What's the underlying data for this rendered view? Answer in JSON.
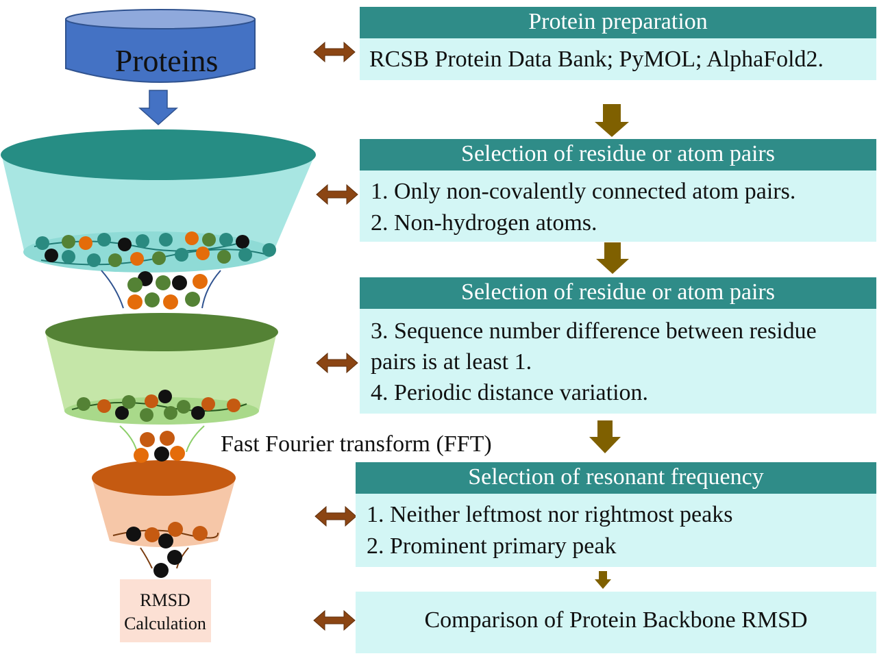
{
  "source_label": "Proteins",
  "fft_label": "Fast Fourier transform (FFT)",
  "rmsd_box": {
    "line1": "RMSD",
    "line2": "Calculation"
  },
  "panels": [
    {
      "header": "Protein preparation",
      "lines": [
        "RCSB Protein Data Bank; PyMOL; AlphaFold2."
      ]
    },
    {
      "header": "Selection of residue or atom pairs",
      "lines": [
        "1.  Only non-covalently connected atom pairs.",
        "2.  Non-hydrogen atoms."
      ]
    },
    {
      "header": "Selection of residue or atom pairs",
      "lines": [
        "3. Sequence number difference between residue",
        "pairs is at least 1.",
        "4. Periodic distance variation."
      ]
    },
    {
      "header": "Selection of resonant frequency",
      "lines": [
        "1. Neither leftmost nor rightmost peaks",
        "2.  Prominent primary peak"
      ]
    },
    {
      "header": "",
      "lines": [
        "Comparison of Protein Backbone RMSD"
      ]
    }
  ],
  "colors": {
    "teal_header": "#2f8c88",
    "panel_body": "#d3f6f5",
    "cylinder": "#4472c4",
    "double_arrow": "#8b4513",
    "down_arrow": "#7f6000",
    "funnel1": "#a8e6e2",
    "funnel2": "#c5e6a8",
    "funnel3": "#f6c7a8",
    "dot_teal": "#2a8a80",
    "dot_green": "#548235",
    "dot_orange": "#e46c0a",
    "dot_black": "#111111"
  }
}
